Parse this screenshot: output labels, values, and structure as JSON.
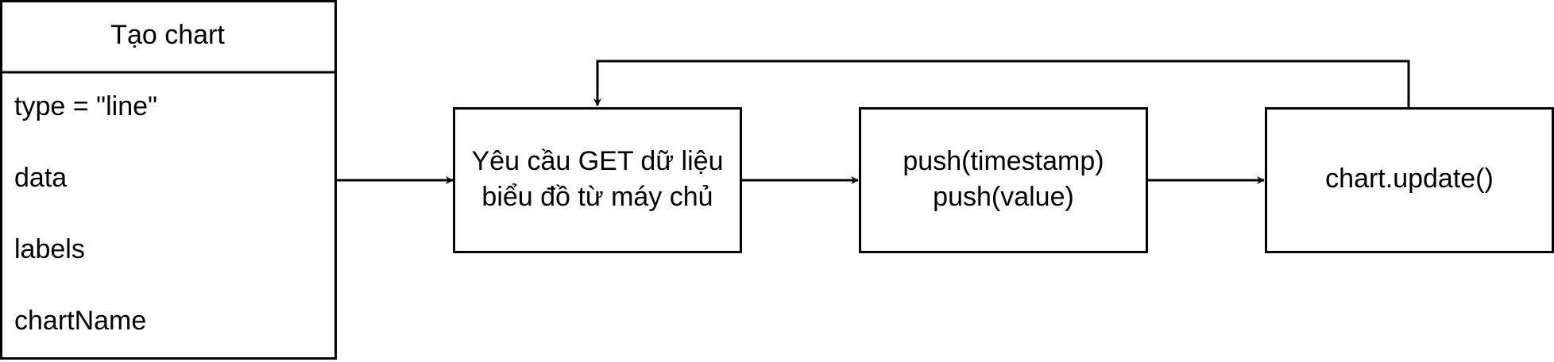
{
  "class_box": {
    "title": "Tạo chart",
    "fields": [
      "type = \"line\"",
      "data",
      "labels",
      "chartName"
    ]
  },
  "steps": [
    {
      "lines": [
        "Yêu cầu GET dữ liệu",
        "biểu đồ từ máy chủ"
      ]
    },
    {
      "lines": [
        "push(timestamp)",
        "push(value)"
      ]
    },
    {
      "lines": [
        "chart.update()"
      ]
    }
  ],
  "colors": {
    "stroke": "#000000",
    "fill": "#ffffff",
    "text": "#000000"
  }
}
